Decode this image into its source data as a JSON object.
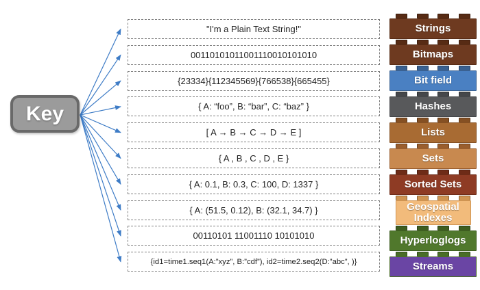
{
  "key": {
    "label": "Key"
  },
  "value_boxes": [
    "\"I'm a Plain Text String!\"",
    "00110101011001110010101010",
    "{23334}{112345569}{766538}{665455}",
    "{ A: “foo”, B: “bar”, C: “baz”  }",
    "[ A → B → C → D → E ]",
    "{  A , B , C , D , E  }",
    "{ A: 0.1, B: 0.3, C: 100, D: 1337 }",
    "{ A: (51.5, 0.12), B: (32.1, 34.7)  }",
    "00110101 11001110 10101010",
    "{id1=time1.seq1(A:”xyz”, B:”cdf”), id2=time2.seq2(D:”abc”, )}"
  ],
  "bricks": [
    {
      "label": "Strings",
      "color": "#6e3a20",
      "stud": "#572b14"
    },
    {
      "label": "Bitmaps",
      "color": "#6e3a20",
      "stud": "#572b14"
    },
    {
      "label": "Bit field",
      "color": "#4a80c2",
      "stud": "#3a6191"
    },
    {
      "label": "Hashes",
      "color": "#58595b",
      "stud": "#45474a"
    },
    {
      "label": "Lists",
      "color": "#a86b33",
      "stud": "#855023"
    },
    {
      "label": "Sets",
      "color": "#c8894f",
      "stud": "#9a5e2d"
    },
    {
      "label": "Sorted Sets",
      "color": "#8e3b24",
      "stud": "#6e2b17"
    },
    {
      "label": "Geospatial Indexes",
      "color": "#f2bb7b",
      "stud": "#cf9452"
    },
    {
      "label": "Hyperloglogs",
      "color": "#50782c",
      "stud": "#3e5e20"
    },
    {
      "label": "Streams",
      "color": "#6a45a4",
      "stud": "#4a6e28"
    }
  ],
  "colors": {
    "arrow": "#3e7cc6",
    "key_fill": "#9b9b9b",
    "key_border": "#696969",
    "box_border": "#7f7f7f",
    "text": "#1f1f1f"
  }
}
